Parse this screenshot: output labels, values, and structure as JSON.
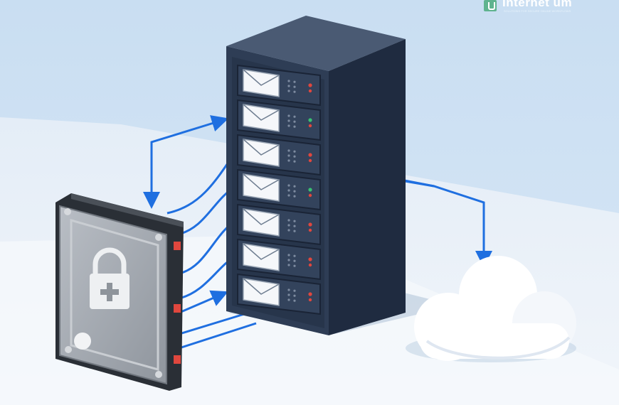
{
  "brand": {
    "name": "Internet um",
    "tagline": "SOLUTIONS FOR SECURE ONLINE WORKFLOWS"
  },
  "colors": {
    "sky": "#cfe2f3",
    "floor": "#e6eef7",
    "server_front": "#2e3d55",
    "server_side": "#1f2b40",
    "server_top": "#4a5a73",
    "connector": "#1f6fe0",
    "drive_frame": "#2a2f36",
    "drive_plate": "#a8adb4",
    "cloud": "#ffffff",
    "led_green": "#38c172",
    "led_red": "#e0473e"
  },
  "objects": [
    {
      "name": "server-rack",
      "icon": "server-rack-icon",
      "slots": 7
    },
    {
      "name": "hard-drive",
      "icon": "lock-plus-icon"
    },
    {
      "name": "cloud",
      "icon": "cloud-icon"
    }
  ],
  "server_slots": [
    {
      "icon": "envelope-icon",
      "led": "red"
    },
    {
      "icon": "envelope-icon",
      "led": "green"
    },
    {
      "icon": "envelope-icon",
      "led": "red"
    },
    {
      "icon": "envelope-icon",
      "led": "green"
    },
    {
      "icon": "envelope-icon",
      "led": "red"
    },
    {
      "icon": "envelope-icon",
      "led": "red"
    },
    {
      "icon": "envelope-icon",
      "led": "red"
    }
  ]
}
